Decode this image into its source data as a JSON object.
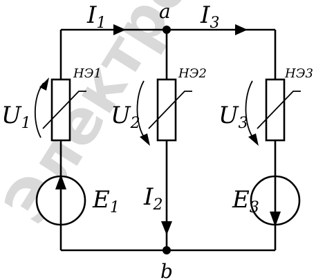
{
  "watermark": "Электро ГТ",
  "nodes": {
    "a": "a",
    "b": "b"
  },
  "currents": [
    {
      "main": "I",
      "sub": "1"
    },
    {
      "main": "I",
      "sub": "2"
    },
    {
      "main": "I",
      "sub": "3"
    }
  ],
  "voltages": [
    {
      "main": "U",
      "sub": "1"
    },
    {
      "main": "U",
      "sub": "2"
    },
    {
      "main": "U",
      "sub": "3"
    }
  ],
  "sources": [
    {
      "main": "E",
      "sub": "1"
    },
    {
      "main": "E",
      "sub": "3"
    }
  ],
  "elements": [
    "НЭ1",
    "НЭ2",
    "НЭ3"
  ]
}
